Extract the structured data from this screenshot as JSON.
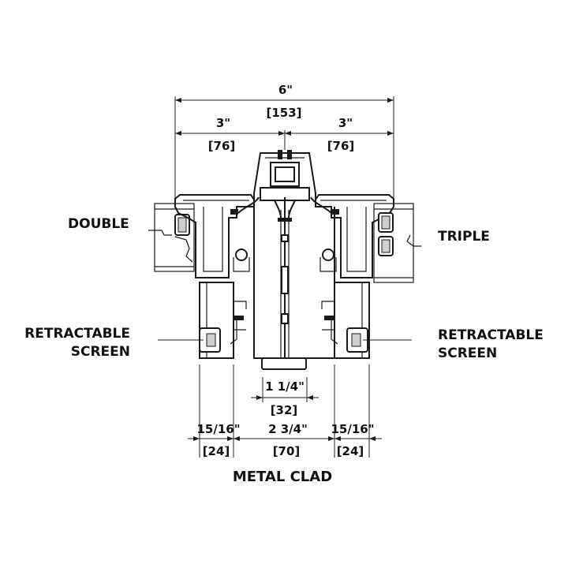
{
  "dimensions": {
    "overall": {
      "imperial": "6\"",
      "metric": "[153]"
    },
    "left_half": {
      "imperial": "3\"",
      "metric": "[76]"
    },
    "right_half": {
      "imperial": "3\"",
      "metric": "[76]"
    },
    "center_gap": {
      "imperial": "1 1/4\"",
      "metric": "[32]"
    },
    "left_frame": {
      "imperial": "15/16\"",
      "metric": "[24]"
    },
    "middle_frame": {
      "imperial": "2 3/4\"",
      "metric": "[70]"
    },
    "right_frame": {
      "imperial": "15/16\"",
      "metric": "[24]"
    }
  },
  "labels": {
    "left_glass": "DOUBLE",
    "right_glass": "TRIPLE",
    "left_screen_line1": "RETRACTABLE",
    "left_screen_line2": "SCREEN",
    "right_screen_line1": "RETRACTABLE",
    "right_screen_line2": "SCREEN"
  },
  "title": "METAL CLAD"
}
